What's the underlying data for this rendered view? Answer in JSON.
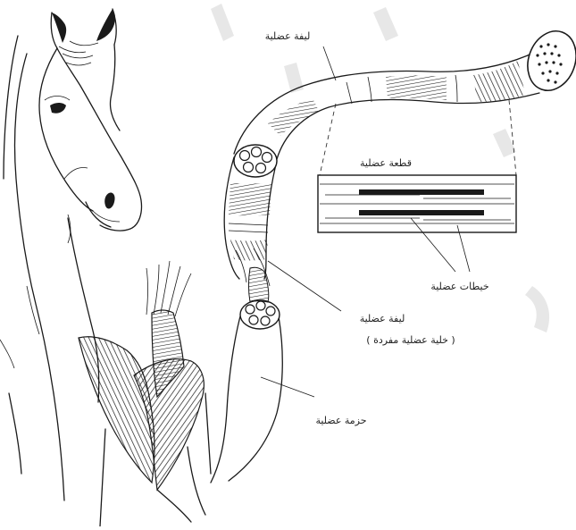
{
  "labels": {
    "myofibril_top": "ليفة عضلية",
    "sarcomere": "قطعة عضلية",
    "myofilaments": "خيطات عضلية",
    "muscle_fiber_line1": "ليفة عضلية",
    "muscle_fiber_line2": "( خلية عضلية مفردة )",
    "muscle_bundle": "حزمة عضلية"
  },
  "colors": {
    "ink": "#1a1a1a",
    "watermark": "#b9b9b9"
  }
}
